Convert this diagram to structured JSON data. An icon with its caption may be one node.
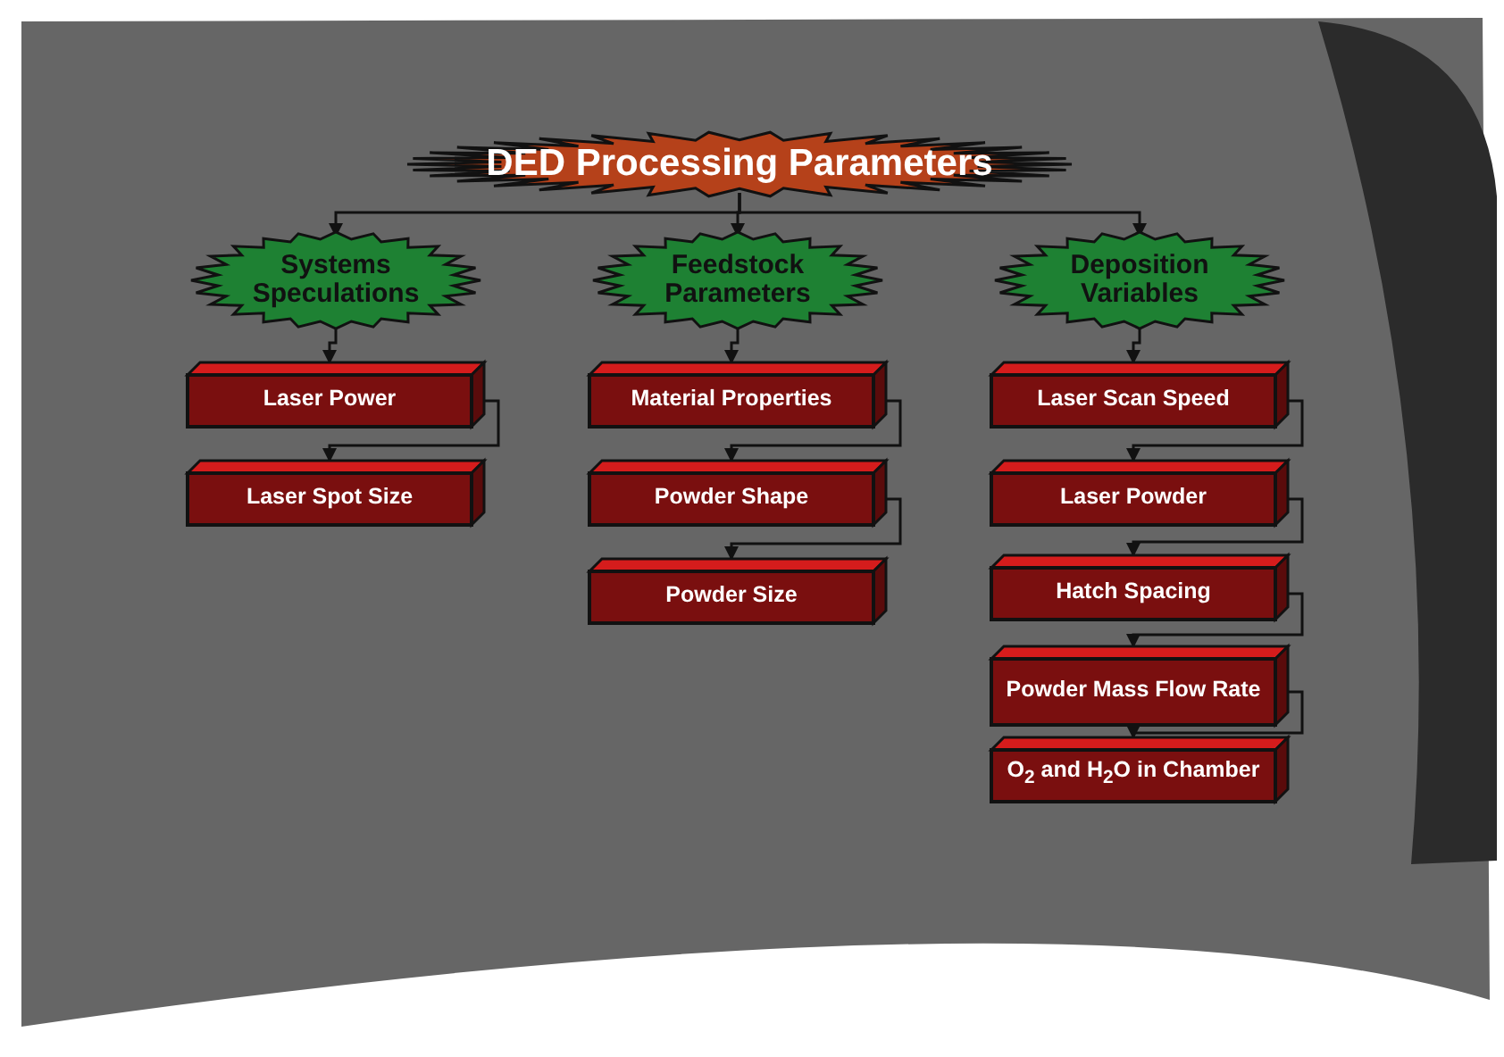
{
  "diagram": {
    "nodes": [
      {
        "text": [
          "DED Processing Parameters"
        ]
      },
      {
        "text": [
          "Systems Speculations"
        ]
      },
      {
        "text": [
          "Feedstock Parameters"
        ]
      },
      {
        "text": [
          "Deposition Variables"
        ]
      },
      {
        "text": [
          "Laser Power"
        ]
      },
      {
        "text": [
          "Laser Spot Size"
        ]
      },
      {
        "text": [
          "Material Properties"
        ]
      },
      {
        "text": [
          "Powder Shape"
        ]
      },
      {
        "text": [
          "Powder Size"
        ]
      },
      {
        "text": [
          "Laser Scan Speed"
        ]
      },
      {
        "text": [
          "Laser Powder"
        ]
      },
      {
        "text": [
          "Hatch Spacing"
        ]
      },
      {
        "text": [
          "Powder Mass Flow Rate"
        ]
      },
      {
        "text": [
          "O$_{2}$ and H$_{2}$O in Chamber"
        ]
      }
    ],
    "edges": [
      {
        "from": 0,
        "to": 1,
        "arrow": "to"
      },
      {
        "from": 0,
        "to": 2,
        "arrow": "to"
      },
      {
        "from": 0,
        "to": 3,
        "arrow": "to"
      },
      {
        "from": 1,
        "to": 4,
        "arrow": "to"
      },
      {
        "from": 4,
        "to": 5,
        "arrow": "to"
      },
      {
        "from": 2,
        "to": 6,
        "arrow": "to"
      },
      {
        "from": 6,
        "to": 7,
        "arrow": "to"
      },
      {
        "from": 7,
        "to": 8,
        "arrow": "to"
      },
      {
        "from": 3,
        "to": 9,
        "arrow": "to"
      },
      {
        "from": 9,
        "to": 10,
        "arrow": "to"
      },
      {
        "from": 10,
        "to": 11,
        "arrow": "to"
      },
      {
        "from": 11,
        "to": 12,
        "arrow": "to"
      },
      {
        "from": 12,
        "to": 13,
        "arrow": "to"
      }
    ]
  }
}
